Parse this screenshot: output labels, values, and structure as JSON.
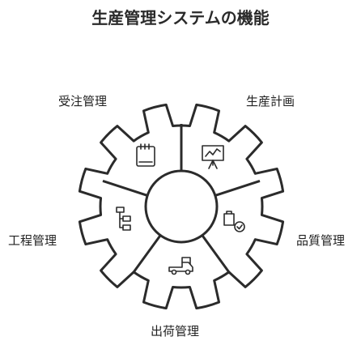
{
  "title": "生産管理システムの機能",
  "segments": [
    {
      "label": "受注管理",
      "icon": "notepad-icon"
    },
    {
      "label": "生産計画",
      "icon": "presentation-chart-icon"
    },
    {
      "label": "品質管理",
      "icon": "quality-check-icon"
    },
    {
      "label": "出荷管理",
      "icon": "truck-icon"
    },
    {
      "label": "工程管理",
      "icon": "process-flow-icon"
    }
  ],
  "colors": {
    "stroke": "#2b2b2b",
    "background": "#ffffff"
  }
}
